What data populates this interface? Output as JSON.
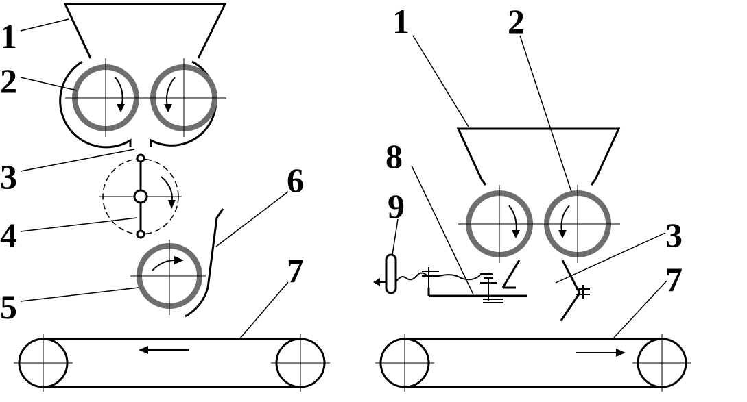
{
  "colors": {
    "ink": "#000000",
    "roller": "#6e6e6e",
    "background": "#ffffff"
  },
  "left_labels": {
    "l1": "1",
    "l2": "2",
    "l3": "3",
    "l4": "4",
    "l5": "5",
    "l6": "6",
    "l7": "7"
  },
  "right_labels": {
    "r1": "1",
    "r2": "2",
    "r3": "3",
    "r7": "7",
    "r8": "8",
    "r9": "9"
  }
}
